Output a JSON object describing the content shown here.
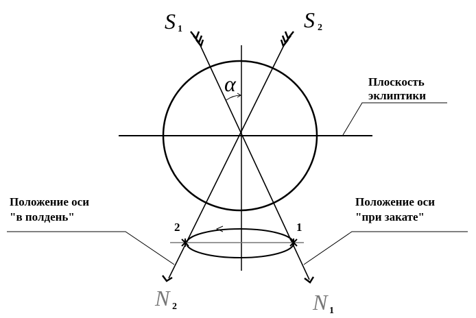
{
  "labels": {
    "ecliptic_line1": "Плоскость",
    "ecliptic_line2": "эклиптики",
    "noon_line1": "Положение оси",
    "noon_line2": "\"в полдень\"",
    "sunset_line1": "Положение оси",
    "sunset_line2": "\"при закате\"",
    "point_1": "1",
    "point_2": "2",
    "angle": "α"
  },
  "symbols": {
    "s1_letter": "S",
    "s1_sub": "1",
    "s2_letter": "S",
    "s2_sub": "2",
    "n1_letter": "N",
    "n1_sub": "1",
    "n2_letter": "N",
    "n2_sub": "2"
  }
}
